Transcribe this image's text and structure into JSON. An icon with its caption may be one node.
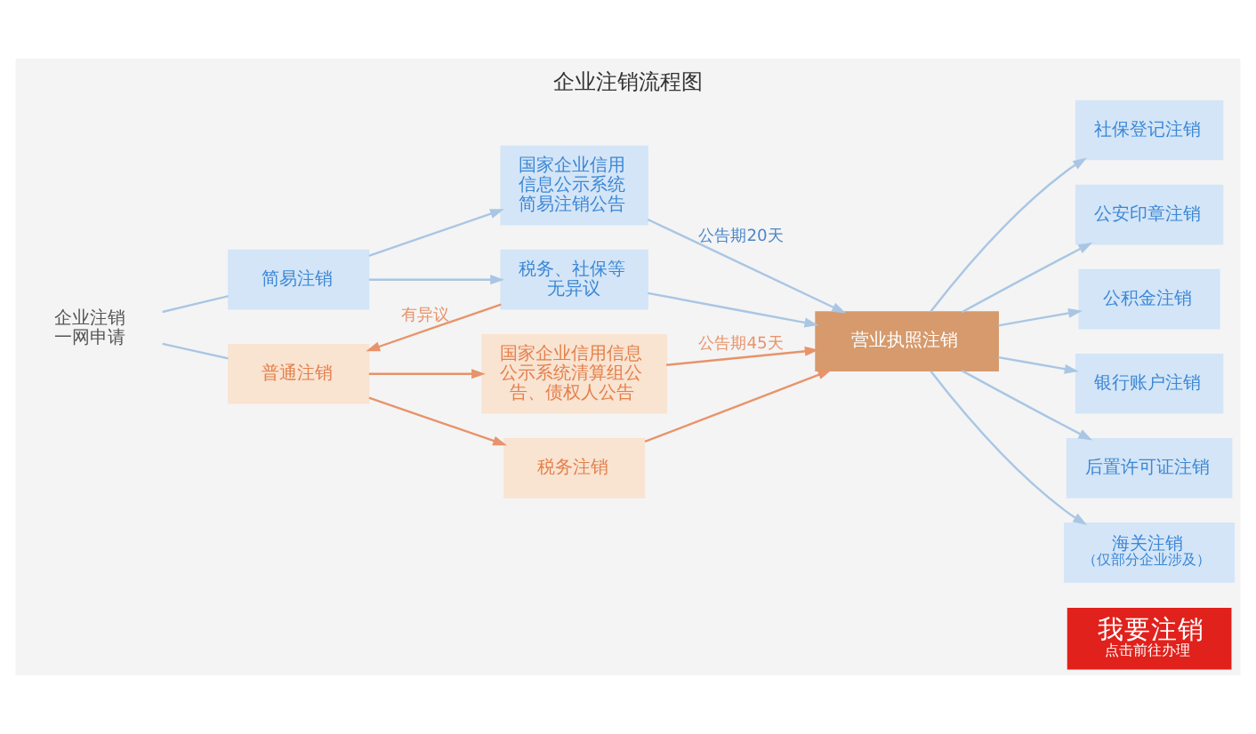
{
  "diagram": {
    "title": "企业注销流程图",
    "nodes": [
      {
        "text": [
          "我要注销",
          "点击前往办理"
        ]
      },
      {
        "text": [
          "企业注销一网申请"
        ]
      },
      {
        "text": [
          "简易注销"
        ]
      },
      {
        "text": [
          "国家企业信用信息公示系统简易注销公告"
        ]
      },
      {
        "text": [
          "税务、社保等无异议"
        ]
      },
      {
        "text": [
          "普通注销"
        ]
      },
      {
        "text": [
          "国家企业信用信息公示系统清算组公告、债权人公告"
        ]
      },
      {
        "text": [
          "税务注销"
        ]
      },
      {
        "text": [
          "营业执照注销"
        ]
      },
      {
        "text": [
          "社保登记注销"
        ]
      },
      {
        "text": [
          "公安印章注销"
        ]
      },
      {
        "text": [
          "公积金注销"
        ]
      },
      {
        "text": [
          "银行账户注销"
        ]
      },
      {
        "text": [
          "后置许可证注销"
        ]
      },
      {
        "text": [
          "海关注销",
          "（仅部分企业涉及）"
        ]
      }
    ],
    "edges": [
      {
        "from": 1,
        "to": 2,
        "arrow": "none"
      },
      {
        "from": 1,
        "to": 5,
        "arrow": "none"
      },
      {
        "from": 2,
        "to": 3,
        "arrow": "to"
      },
      {
        "from": 2,
        "to": 4,
        "arrow": "to"
      },
      {
        "from": 3,
        "to": 8,
        "arrow": "to",
        "label": "公告期20天"
      },
      {
        "from": 4,
        "to": 8,
        "arrow": "to"
      },
      {
        "from": 4,
        "to": 5,
        "arrow": "to",
        "label": "有异议",
        "color": "#e8936a"
      },
      {
        "from": 5,
        "to": 6,
        "arrow": "to",
        "color": "#e8936a"
      },
      {
        "from": 5,
        "to": 7,
        "arrow": "to",
        "color": "#e8936a"
      },
      {
        "from": 6,
        "to": 8,
        "arrow": "to",
        "label": "公告期45天",
        "color": "#e8936a"
      },
      {
        "from": 7,
        "to": 8,
        "arrow": "to",
        "color": "#e8936a"
      },
      {
        "from": 8,
        "to": 9,
        "arrow": "to"
      },
      {
        "from": 8,
        "to": 10,
        "arrow": "to"
      },
      {
        "from": 8,
        "to": 11,
        "arrow": "to"
      },
      {
        "from": 8,
        "to": 12,
        "arrow": "to"
      },
      {
        "from": 8,
        "to": 13,
        "arrow": "to"
      },
      {
        "from": 8,
        "to": 14,
        "arrow": "to"
      }
    ]
  }
}
